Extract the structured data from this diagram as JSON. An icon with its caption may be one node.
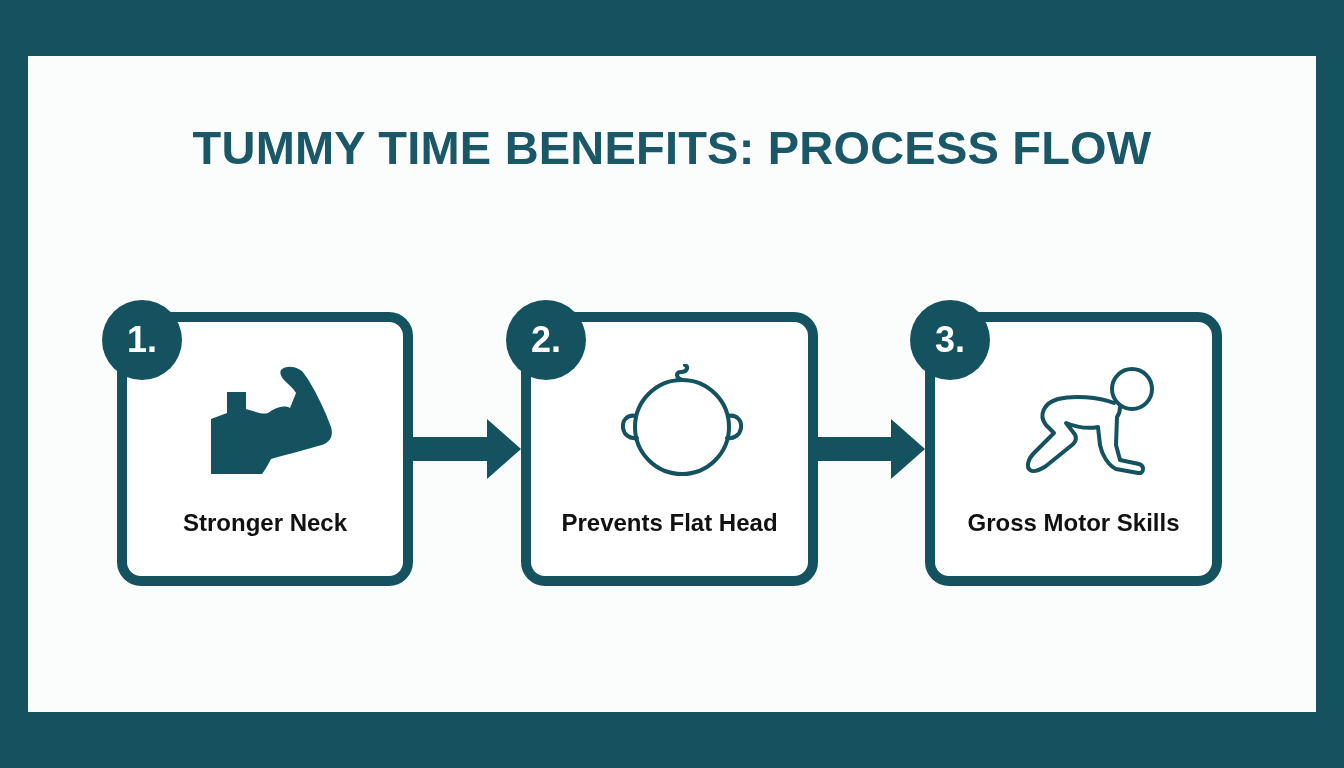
{
  "diagram": {
    "title": "TUMMY TIME BENEFITS: PROCESS FLOW",
    "nodes": [
      {
        "text": [
          "1.",
          "Stronger Neck"
        ]
      },
      {
        "text": [
          "2.",
          "Prevents Flat Head"
        ]
      },
      {
        "text": [
          "3.",
          "Gross Motor Skills"
        ]
      }
    ],
    "edges": [
      {
        "from": 0,
        "to": 1,
        "arrow": "to"
      },
      {
        "from": 1,
        "to": 2,
        "arrow": "to"
      }
    ]
  }
}
